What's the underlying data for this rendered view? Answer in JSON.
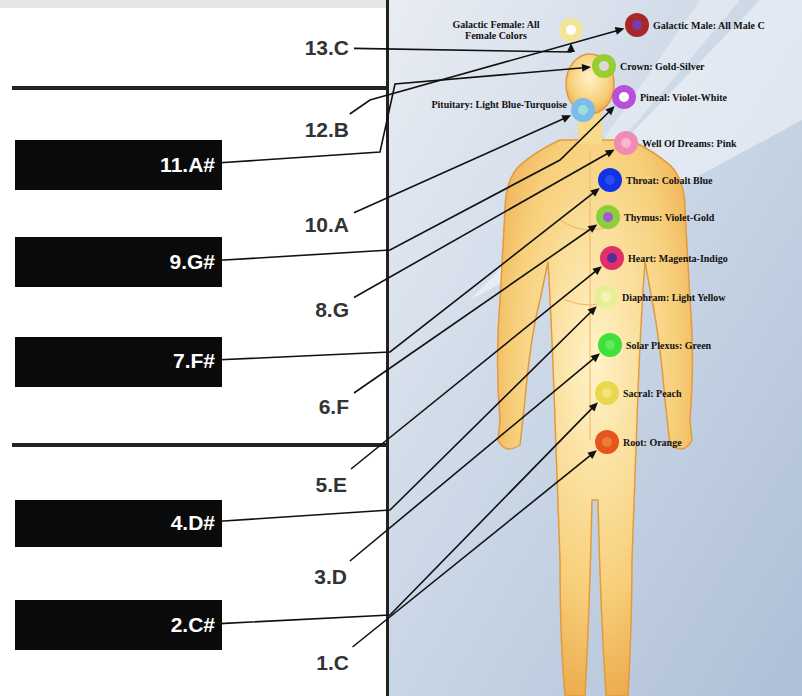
{
  "diagram": {
    "nodes": [
      {
        "text": [
          "1.C"
        ]
      },
      {
        "text": [
          "2.C#"
        ]
      },
      {
        "text": [
          "3.D"
        ]
      },
      {
        "text": [
          "4.D#"
        ]
      },
      {
        "text": [
          "5.E"
        ]
      },
      {
        "text": [
          "6.F"
        ]
      },
      {
        "text": [
          "7.F#"
        ]
      },
      {
        "text": [
          "8.G"
        ]
      },
      {
        "text": [
          "9.G#"
        ]
      },
      {
        "text": [
          "10.A"
        ]
      },
      {
        "text": [
          "11.A#"
        ]
      },
      {
        "text": [
          "12.B"
        ]
      },
      {
        "text": [
          "13.C"
        ]
      },
      {
        "text": [
          "Root: Orange"
        ]
      },
      {
        "text": [
          "Sacral: Peach"
        ]
      },
      {
        "text": [
          "Solar Plexus: Green"
        ]
      },
      {
        "text": [
          "Diaphram: Light Yellow"
        ]
      },
      {
        "text": [
          "Heart: Magenta-Indigo"
        ]
      },
      {
        "text": [
          "Thymus: Violet-Gold"
        ]
      },
      {
        "text": [
          "Throat: Cobalt Blue"
        ]
      },
      {
        "text": [
          "Well Of Dreams: Pink"
        ]
      },
      {
        "text": [
          "Pineal: Violet-White"
        ]
      },
      {
        "text": [
          "Pituitary: Light Blue-Turquoise"
        ]
      },
      {
        "text": [
          "Crown: Gold-Silver"
        ]
      },
      {
        "text": [
          "Galactic Male: All Male C"
        ]
      },
      {
        "text": [
          "Galactic Female: All Female Colors"
        ]
      }
    ],
    "edges": [
      {
        "from": 0,
        "to": 13,
        "arrow": "to"
      },
      {
        "from": 1,
        "to": 14,
        "arrow": "to"
      },
      {
        "from": 2,
        "to": 15,
        "arrow": "to"
      },
      {
        "from": 3,
        "to": 16,
        "arrow": "to"
      },
      {
        "from": 4,
        "to": 17,
        "arrow": "to"
      },
      {
        "from": 5,
        "to": 18,
        "arrow": "to"
      },
      {
        "from": 6,
        "to": 19,
        "arrow": "to"
      },
      {
        "from": 7,
        "to": 20,
        "arrow": "to"
      },
      {
        "from": 8,
        "to": 21,
        "arrow": "to"
      },
      {
        "from": 9,
        "to": 22,
        "arrow": "to"
      },
      {
        "from": 10,
        "to": 23,
        "arrow": "to"
      },
      {
        "from": 11,
        "to": 24,
        "arrow": "to"
      },
      {
        "from": 12,
        "to": 25,
        "arrow": "to"
      }
    ]
  }
}
